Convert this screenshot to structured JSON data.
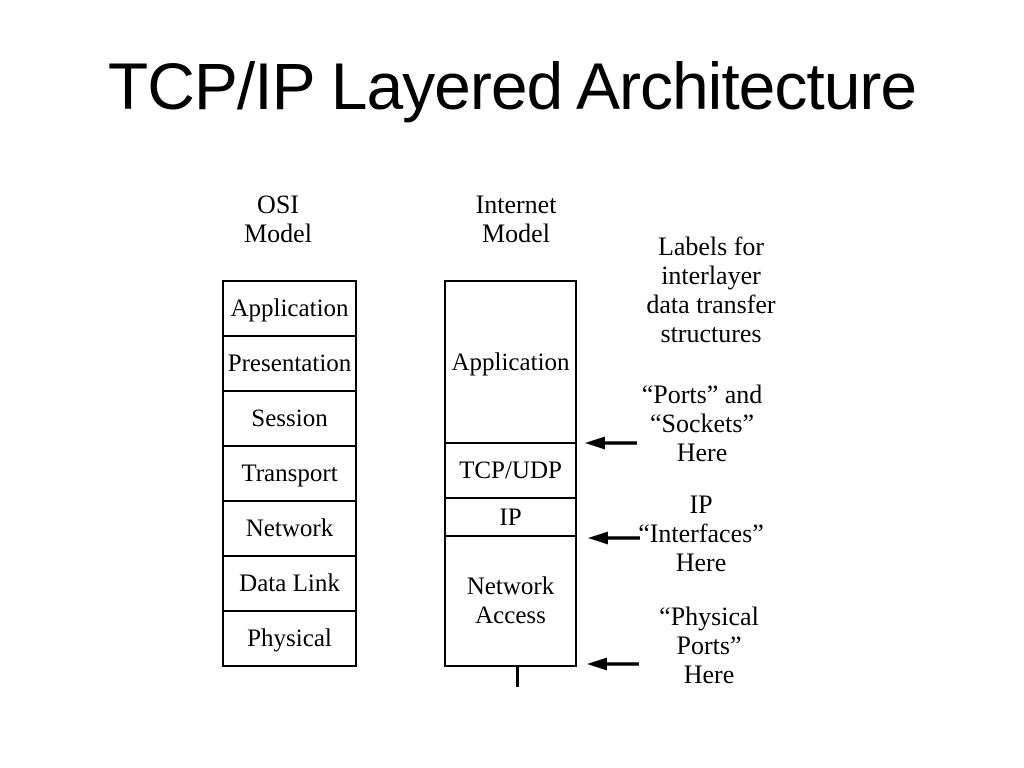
{
  "title": "TCP/IP Layered Architecture",
  "colors": {
    "background": "#ffffff",
    "text": "#000000",
    "line": "#000000"
  },
  "osi_column": {
    "header": "OSI\nModel",
    "layers": [
      "Application",
      "Presentation",
      "Session",
      "Transport",
      "Network",
      "Data Link",
      "Physical"
    ]
  },
  "internet_column": {
    "header": "Internet\nModel",
    "layers": [
      "Application",
      "TCP/UDP",
      "IP",
      "Network\nAccess"
    ]
  },
  "annotations": {
    "intro": "Labels for\ninterlayer\ndata transfer\nstructures",
    "ports_sockets": "“Ports” and\n“Sockets”\nHere",
    "ip_interfaces": "IP\n“Interfaces”\nHere",
    "physical_ports": "“Physical\nPorts”\nHere"
  },
  "icons": {
    "arrow": {
      "name": "left-arrow-icon",
      "glyph": "←",
      "color": "#000000",
      "count": 3
    }
  }
}
